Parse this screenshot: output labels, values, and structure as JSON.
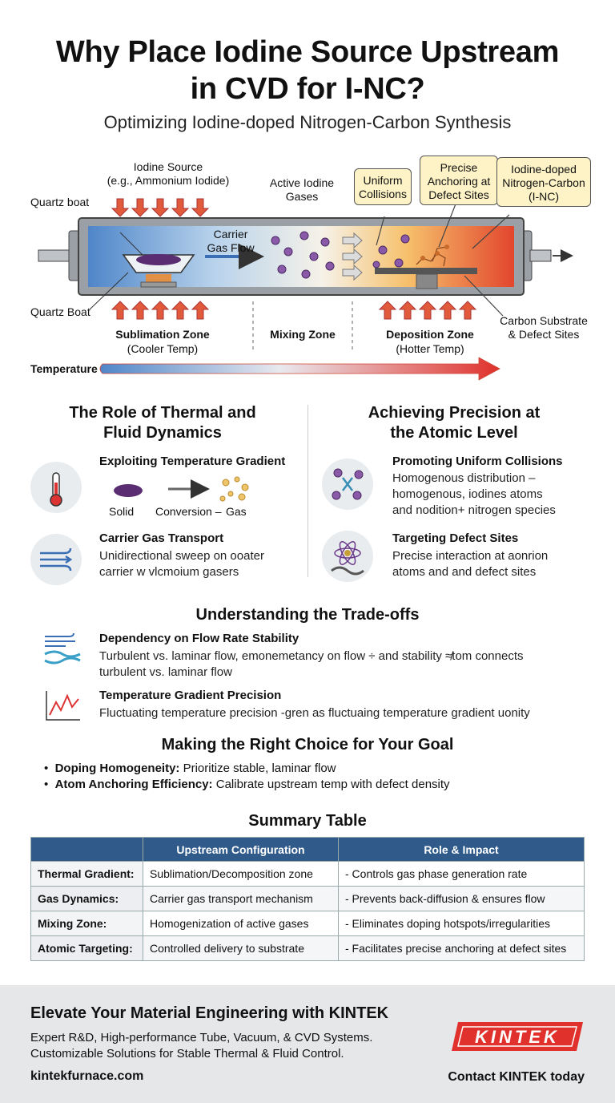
{
  "header": {
    "title_line1": "Why Place Iodine Source Upstream",
    "title_line2": "in CVD for I-NC?",
    "subtitle": "Optimizing Iodine-doped Nitrogen-Carbon Synthesis"
  },
  "diagram": {
    "iodine_source": "Iodine Source",
    "iodine_source_example": "(e.g., Ammonium Iodide)",
    "quartz_boat_top": "Quartz boat",
    "quartz_boat_bottom": "Quartz Boat",
    "carrier_gas_1": "Carrier",
    "carrier_gas_2": "Gas Flow",
    "active_iodine_1": "Active Iodine",
    "active_iodine_2": "Gases",
    "callout_uniform_1": "Uniform",
    "callout_uniform_2": "Collisions",
    "callout_precise_1": "Precise",
    "callout_precise_2": "Anchoring at",
    "callout_precise_3": "Defect Sites",
    "callout_inc_1": "Iodine-doped",
    "callout_inc_2": "Nitrogen-Carbon",
    "callout_inc_3": "(I-NC)",
    "carbon_substrate_1": "Carbon Substrate",
    "carbon_substrate_2": "& Defect Sites",
    "zone_sublimation": "Sublimation Zone",
    "zone_sublimation_note": "(Cooler Temp)",
    "zone_mixing": "Mixing Zone",
    "zone_deposition": "Deposition Zone",
    "zone_deposition_note": "(Hotter Temp)",
    "temperature": "Temperature"
  },
  "left_section": {
    "heading_1": "The Role of Thermal and",
    "heading_2": "Fluid Dynamics",
    "items": [
      {
        "title": "Exploiting Temperature Gradient",
        "icon": "thermometer-icon"
      },
      {
        "title": "Carrier Gas Transport",
        "text_1": "Unidirectional sweep on ooater",
        "text_2": "carrier w vlcmoium gasers",
        "icon": "wind-icon"
      }
    ],
    "conversion": {
      "solid": "Solid",
      "conversion": "Conversion –",
      "gas": "Gas"
    }
  },
  "right_section": {
    "heading_1": "Achieving Precision at",
    "heading_2": "the Atomic Level",
    "items": [
      {
        "title": "Promoting Uniform Collisions",
        "text_1": "Homogenous distribution –",
        "text_2": "homogenous, iodines atoms",
        "text_3": "and nodition+ nitrogen species",
        "icon": "collision-icon"
      },
      {
        "title": "Targeting Defect Sites",
        "text_1": "Precise interaction at aonrion",
        "text_2": "atoms and and defect sites",
        "icon": "atom-icon"
      }
    ]
  },
  "tradeoffs": {
    "heading": "Understanding the Trade-offs",
    "items": [
      {
        "title": "Dependency on Flow Rate Stability",
        "text_1": "Turbulent vs. laminar flow, emonemetancy on flow ÷ and stability ≉tom connects",
        "text_2": "turbulent vs. laminar flow",
        "icon": "flow-icon"
      },
      {
        "title": "Temperature Gradient Precision",
        "text_1": "Fluctuating temperature precision -ɡren as fluctuaing temperature gradient uonity",
        "icon": "graph-icon"
      }
    ]
  },
  "choice": {
    "heading": "Making the Right Choice for Your Goal",
    "bullets": [
      {
        "label": "Doping Homogeneity:",
        "text": " Prioritize stable, laminar flow"
      },
      {
        "label": "Atom Anchoring Efficiency:",
        "text": " Calibrate upstream temp with defect density"
      }
    ]
  },
  "summary": {
    "heading": "Summary Table",
    "columns": [
      "",
      "Upstream Configuration",
      "Role & Impact"
    ],
    "rows": [
      [
        "Thermal Gradient:",
        "Sublimation/Decomposition zone",
        "- Controls gas phase generation rate"
      ],
      [
        "Gas Dynamics:",
        "Carrier gas transport mechanism",
        "- Prevents back-diffusion & ensures flow"
      ],
      [
        "Mixing Zone:",
        "Homogenization of active gases",
        "- Eliminates doping hotspots/irregularities"
      ],
      [
        "Atomic Targeting:",
        "Controlled delivery to substrate",
        "- Facilitates precise anchoring at defect sites"
      ]
    ]
  },
  "footer": {
    "heading": "Elevate Your Material Engineering with KINTEK",
    "text_1": "Expert R&D, High-performance Tube, Vacuum, & CVD Systems.",
    "text_2": "Customizable Solutions for Stable Thermal & Fluid Control.",
    "url": "kintekfurnace.com",
    "contact": "Contact KINTEK today",
    "logo": "KINTEK"
  },
  "colors": {
    "accent_red": "#e0312c",
    "table_header": "#2f5a8a",
    "callout_bg": "#fdf3c6"
  }
}
